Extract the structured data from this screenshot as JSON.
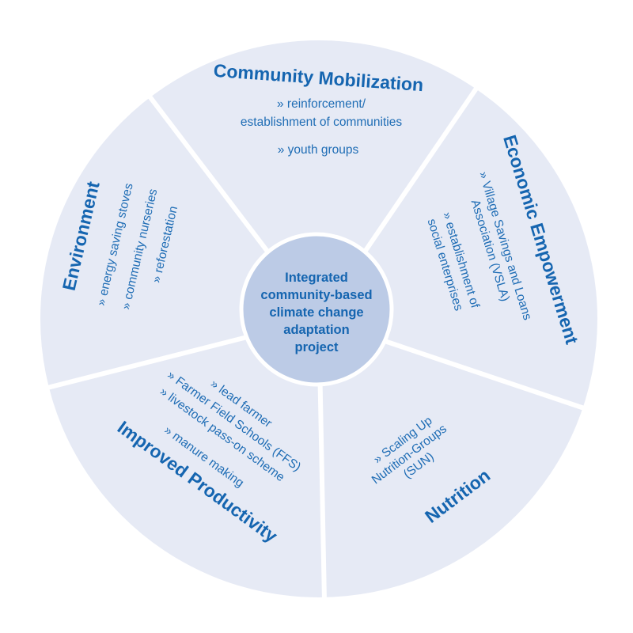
{
  "colors": {
    "segment_fill": "#e6eaf5",
    "hub_fill": "#bccbe6",
    "title": "#1565b0",
    "item": "#1f6db5"
  },
  "center": {
    "lines": [
      "Integrated",
      "community-based",
      "climate change",
      "adaptation",
      "project"
    ]
  },
  "segments": {
    "community_mobilization": {
      "title": "Community Mobilization",
      "items": [
        "» reinforcement/",
        "establishment of communities",
        "» youth groups"
      ]
    },
    "economic_empowerment": {
      "title": "Economic Empowerment",
      "items": [
        "» Village Savings and Loans",
        "Association (VSLA)",
        "» establishment of",
        "social enterprises"
      ]
    },
    "nutrition": {
      "title": "Nutrition",
      "items": [
        "» Scaling Up",
        "Nutrition-Groups",
        "(SUN)"
      ]
    },
    "improved_productivity": {
      "title": "Improved Productivity",
      "items": [
        "» lead farmer",
        "» Farmer Field Schools (FFS)",
        "» livestock pass-on scheme",
        "» manure making"
      ]
    },
    "environment": {
      "title": "Environment",
      "items": [
        "» energy saving stoves",
        "» community nurseries",
        "» reforestation"
      ]
    }
  }
}
